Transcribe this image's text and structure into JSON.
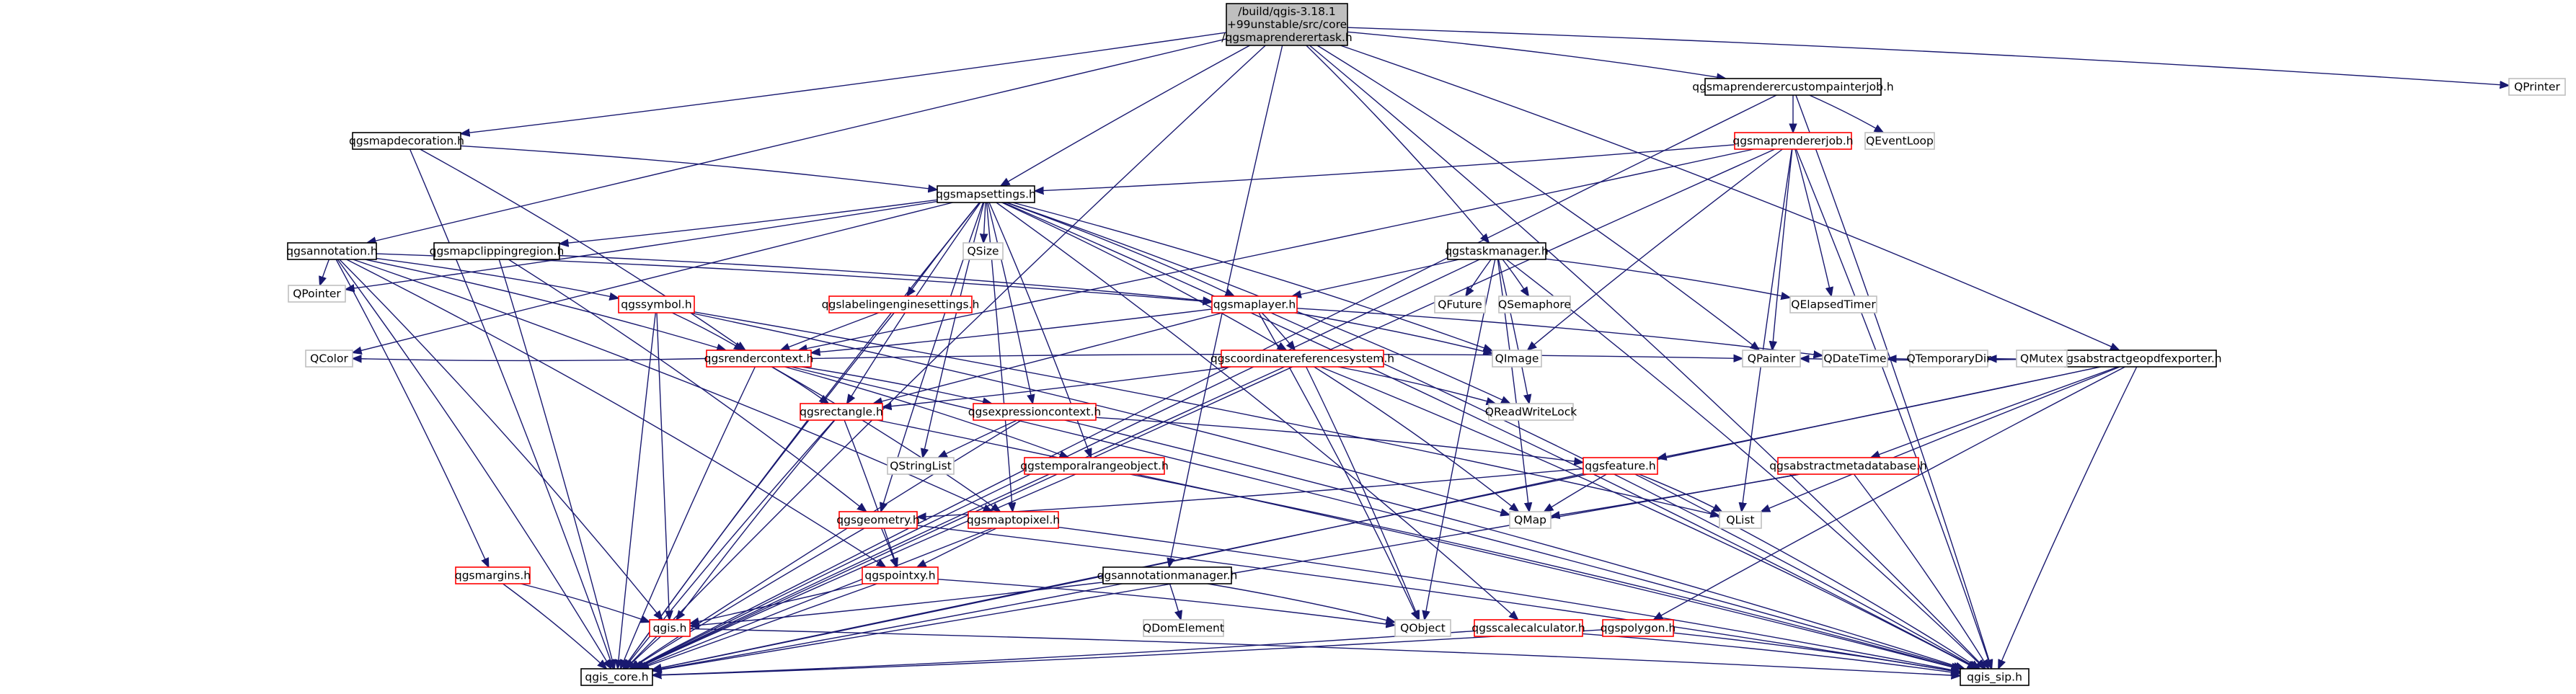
{
  "colors": {
    "edge": "#191970",
    "border_black": "#000000",
    "border_red": "#ff0000",
    "border_grey": "#bfbfbf",
    "root_fill": "#bfbfbf",
    "fill": "#ffffff"
  },
  "nodes": [
    {
      "id": "root",
      "lines": [
        "/build/qgis-3.18.1",
        "+99unstable/src/core",
        "/qgsmaprenderertask.h"
      ],
      "style": "root"
    },
    {
      "id": "custompainter",
      "lines": [
        "qgsmaprenderercustompainterjob.h"
      ],
      "style": "black"
    },
    {
      "id": "qprinter",
      "lines": [
        "QPrinter"
      ],
      "style": "grey"
    },
    {
      "id": "mapdecoration",
      "lines": [
        "qgsmapdecoration.h"
      ],
      "style": "black"
    },
    {
      "id": "rendererjob",
      "lines": [
        "qgsmaprendererjob.h"
      ],
      "style": "red"
    },
    {
      "id": "qeventloop",
      "lines": [
        "QEventLoop"
      ],
      "style": "grey"
    },
    {
      "id": "mapsettings",
      "lines": [
        "qgsmapsettings.h"
      ],
      "style": "black"
    },
    {
      "id": "annotation",
      "lines": [
        "qgsannotation.h"
      ],
      "style": "black"
    },
    {
      "id": "clipping",
      "lines": [
        "qgsmapclippingregion.h"
      ],
      "style": "black"
    },
    {
      "id": "qsize",
      "lines": [
        "QSize"
      ],
      "style": "grey"
    },
    {
      "id": "taskmanager",
      "lines": [
        "qgstaskmanager.h"
      ],
      "style": "black"
    },
    {
      "id": "qpointer",
      "lines": [
        "QPointer"
      ],
      "style": "grey"
    },
    {
      "id": "symbol",
      "lines": [
        "qgssymbol.h"
      ],
      "style": "red"
    },
    {
      "id": "labeling",
      "lines": [
        "qgslabelingenginesettings.h"
      ],
      "style": "red"
    },
    {
      "id": "maplayer",
      "lines": [
        "qgsmaplayer.h"
      ],
      "style": "red"
    },
    {
      "id": "qfuture",
      "lines": [
        "QFuture"
      ],
      "style": "grey"
    },
    {
      "id": "qsemaphore",
      "lines": [
        "QSemaphore"
      ],
      "style": "grey"
    },
    {
      "id": "qelapsedtimer",
      "lines": [
        "QElapsedTimer"
      ],
      "style": "grey"
    },
    {
      "id": "abstractgeopdf",
      "lines": [
        "qgsabstractgeopdfexporter.h"
      ],
      "style": "black"
    },
    {
      "id": "qcolor",
      "lines": [
        "QColor"
      ],
      "style": "grey"
    },
    {
      "id": "rendercontext",
      "lines": [
        "qgsrendercontext.h"
      ],
      "style": "red"
    },
    {
      "id": "crs",
      "lines": [
        "qgscoordinatereferencesystem.h"
      ],
      "style": "red"
    },
    {
      "id": "qimage",
      "lines": [
        "QImage"
      ],
      "style": "grey"
    },
    {
      "id": "qpainter",
      "lines": [
        "QPainter"
      ],
      "style": "grey"
    },
    {
      "id": "qdatetime",
      "lines": [
        "QDateTime"
      ],
      "style": "grey"
    },
    {
      "id": "qtemporarydir",
      "lines": [
        "QTemporaryDir"
      ],
      "style": "grey"
    },
    {
      "id": "qmutex",
      "lines": [
        "QMutex"
      ],
      "style": "grey"
    },
    {
      "id": "rectangle",
      "lines": [
        "qgsrectangle.h"
      ],
      "style": "red"
    },
    {
      "id": "exprcontext",
      "lines": [
        "qgsexpressioncontext.h"
      ],
      "style": "red"
    },
    {
      "id": "qreadwritelock",
      "lines": [
        "QReadWriteLock"
      ],
      "style": "grey"
    },
    {
      "id": "qstringlist",
      "lines": [
        "QStringList"
      ],
      "style": "grey"
    },
    {
      "id": "temporalrange",
      "lines": [
        "qgstemporalrangeobject.h"
      ],
      "style": "red"
    },
    {
      "id": "feature",
      "lines": [
        "qgsfeature.h"
      ],
      "style": "red"
    },
    {
      "id": "abstractmetadb",
      "lines": [
        "qgsabstractmetadatabase.h"
      ],
      "style": "red"
    },
    {
      "id": "qmap",
      "lines": [
        "QMap"
      ],
      "style": "grey"
    },
    {
      "id": "qlist",
      "lines": [
        "QList"
      ],
      "style": "grey"
    },
    {
      "id": "geometry",
      "lines": [
        "qgsgeometry.h"
      ],
      "style": "red"
    },
    {
      "id": "maptopixel",
      "lines": [
        "qgsmaptopixel.h"
      ],
      "style": "red"
    },
    {
      "id": "margins",
      "lines": [
        "qgsmargins.h"
      ],
      "style": "red"
    },
    {
      "id": "pointxy",
      "lines": [
        "qgspointxy.h"
      ],
      "style": "red"
    },
    {
      "id": "annotationmgr",
      "lines": [
        "qgsannotationmanager.h"
      ],
      "style": "black"
    },
    {
      "id": "qdomelement",
      "lines": [
        "QDomElement"
      ],
      "style": "grey"
    },
    {
      "id": "qobject",
      "lines": [
        "QObject"
      ],
      "style": "grey"
    },
    {
      "id": "qgish",
      "lines": [
        "qgis.h"
      ],
      "style": "red"
    },
    {
      "id": "scalecalc",
      "lines": [
        "qgsscalecalculator.h"
      ],
      "style": "red"
    },
    {
      "id": "polygon",
      "lines": [
        "qgspolygon.h"
      ],
      "style": "red"
    },
    {
      "id": "qgiscore",
      "lines": [
        "qgis_core.h"
      ],
      "style": "black"
    },
    {
      "id": "qgissip",
      "lines": [
        "qgis_sip.h"
      ],
      "style": "black"
    }
  ],
  "edges": [
    [
      "root",
      "custompainter"
    ],
    [
      "root",
      "qprinter"
    ],
    [
      "root",
      "mapdecoration"
    ],
    [
      "root",
      "mapsettings"
    ],
    [
      "root",
      "annotation"
    ],
    [
      "root",
      "taskmanager"
    ],
    [
      "root",
      "abstractgeopdf"
    ],
    [
      "root",
      "annotationmgr"
    ],
    [
      "root",
      "qpainter"
    ],
    [
      "root",
      "qgiscore"
    ],
    [
      "root",
      "qgissip"
    ],
    [
      "custompainter",
      "rendererjob"
    ],
    [
      "custompainter",
      "qeventloop"
    ],
    [
      "custompainter",
      "qgiscore"
    ],
    [
      "custompainter",
      "qgissip"
    ],
    [
      "rendererjob",
      "mapsettings"
    ],
    [
      "rendererjob",
      "qelapsedtimer"
    ],
    [
      "rendererjob",
      "qimage"
    ],
    [
      "rendererjob",
      "qpainter"
    ],
    [
      "rendererjob",
      "rendercontext"
    ],
    [
      "rendererjob",
      "qlist"
    ],
    [
      "rendererjob",
      "qgiscore"
    ],
    [
      "rendererjob",
      "qgissip"
    ],
    [
      "mapdecoration",
      "mapsettings"
    ],
    [
      "mapdecoration",
      "rendercontext"
    ],
    [
      "mapdecoration",
      "qgiscore"
    ],
    [
      "mapsettings",
      "qsize"
    ],
    [
      "mapsettings",
      "qpointer"
    ],
    [
      "mapsettings",
      "qcolor"
    ],
    [
      "mapsettings",
      "clipping"
    ],
    [
      "mapsettings",
      "labeling"
    ],
    [
      "mapsettings",
      "maplayer"
    ],
    [
      "mapsettings",
      "crs"
    ],
    [
      "mapsettings",
      "rectangle"
    ],
    [
      "mapsettings",
      "exprcontext"
    ],
    [
      "mapsettings",
      "temporalrange"
    ],
    [
      "mapsettings",
      "maptopixel"
    ],
    [
      "mapsettings",
      "scalecalc"
    ],
    [
      "mapsettings",
      "qimage"
    ],
    [
      "mapsettings",
      "qstringlist"
    ],
    [
      "mapsettings",
      "qgiscore"
    ],
    [
      "mapsettings",
      "qgissip"
    ],
    [
      "mapsettings",
      "qreadwritelock"
    ],
    [
      "mapsettings",
      "geometry"
    ],
    [
      "clipping",
      "maplayer"
    ],
    [
      "clipping",
      "geometry"
    ],
    [
      "clipping",
      "qgiscore"
    ],
    [
      "annotation",
      "qpointer"
    ],
    [
      "annotation",
      "symbol"
    ],
    [
      "annotation",
      "maplayer"
    ],
    [
      "annotation",
      "rendercontext"
    ],
    [
      "annotation",
      "margins"
    ],
    [
      "annotation",
      "pointxy"
    ],
    [
      "annotation",
      "qgish"
    ],
    [
      "annotation",
      "qgiscore"
    ],
    [
      "annotation",
      "maptopixel"
    ],
    [
      "labeling",
      "rendercontext"
    ],
    [
      "labeling",
      "qgiscore"
    ],
    [
      "taskmanager",
      "maplayer"
    ],
    [
      "taskmanager",
      "qfuture"
    ],
    [
      "taskmanager",
      "qsemaphore"
    ],
    [
      "taskmanager",
      "qelapsedtimer"
    ],
    [
      "taskmanager",
      "qreadwritelock"
    ],
    [
      "taskmanager",
      "qobject"
    ],
    [
      "taskmanager",
      "qmap"
    ],
    [
      "taskmanager",
      "qgiscore"
    ],
    [
      "taskmanager",
      "qgissip"
    ],
    [
      "symbol",
      "rendercontext"
    ],
    [
      "symbol",
      "qgish"
    ],
    [
      "symbol",
      "qmap"
    ],
    [
      "symbol",
      "qgiscore"
    ],
    [
      "symbol",
      "qlist"
    ],
    [
      "maplayer",
      "rendercontext"
    ],
    [
      "maplayer",
      "crs"
    ],
    [
      "maplayer",
      "qimage"
    ],
    [
      "maplayer",
      "qobject"
    ],
    [
      "maplayer",
      "qdatetime"
    ],
    [
      "maplayer",
      "rectangle"
    ],
    [
      "maplayer",
      "qgissip"
    ],
    [
      "rendercontext",
      "qcolor"
    ],
    [
      "rendercontext",
      "rectangle"
    ],
    [
      "rendercontext",
      "exprcontext"
    ],
    [
      "rendercontext",
      "temporalrange"
    ],
    [
      "rendercontext",
      "maptopixel"
    ],
    [
      "rendercontext",
      "qpainter"
    ],
    [
      "rendercontext",
      "qgiscore"
    ],
    [
      "rendercontext",
      "qgissip"
    ],
    [
      "crs",
      "rectangle"
    ],
    [
      "crs",
      "qobject"
    ],
    [
      "crs",
      "qmap"
    ],
    [
      "crs",
      "qreadwritelock"
    ],
    [
      "crs",
      "qgiscore"
    ],
    [
      "crs",
      "qgissip"
    ],
    [
      "rectangle",
      "pointxy"
    ],
    [
      "rectangle",
      "qgish"
    ],
    [
      "rectangle",
      "qgiscore"
    ],
    [
      "rectangle",
      "qgissip"
    ],
    [
      "exprcontext",
      "feature"
    ],
    [
      "exprcontext",
      "qstringlist"
    ],
    [
      "exprcontext",
      "qgiscore"
    ],
    [
      "exprcontext",
      "qgissip"
    ],
    [
      "temporalrange",
      "qgiscore"
    ],
    [
      "temporalrange",
      "qgissip"
    ],
    [
      "abstractgeopdf",
      "qpainter"
    ],
    [
      "abstractgeopdf",
      "qdatetime"
    ],
    [
      "abstractgeopdf",
      "qtemporarydir"
    ],
    [
      "abstractgeopdf",
      "qmutex"
    ],
    [
      "abstractgeopdf",
      "feature"
    ],
    [
      "abstractgeopdf",
      "abstractmetadb"
    ],
    [
      "abstractgeopdf",
      "polygon"
    ],
    [
      "abstractgeopdf",
      "qlist"
    ],
    [
      "abstractgeopdf",
      "qgiscore"
    ],
    [
      "abstractgeopdf",
      "qgissip"
    ],
    [
      "feature",
      "geometry"
    ],
    [
      "feature",
      "qmap"
    ],
    [
      "feature",
      "qlist"
    ],
    [
      "feature",
      "qgiscore"
    ],
    [
      "feature",
      "qgissip"
    ],
    [
      "abstractmetadb",
      "qmap"
    ],
    [
      "abstractmetadb",
      "qgiscore"
    ],
    [
      "abstractmetadb",
      "qgissip"
    ],
    [
      "geometry",
      "pointxy"
    ],
    [
      "geometry",
      "qgiscore"
    ],
    [
      "geometry",
      "qgissip"
    ],
    [
      "maptopixel",
      "pointxy"
    ],
    [
      "maptopixel",
      "qgiscore"
    ],
    [
      "maptopixel",
      "qgissip"
    ],
    [
      "margins",
      "qgish"
    ],
    [
      "margins",
      "qgiscore"
    ],
    [
      "pointxy",
      "qgish"
    ],
    [
      "pointxy",
      "qobject"
    ],
    [
      "pointxy",
      "qgiscore"
    ],
    [
      "annotationmgr",
      "qgish"
    ],
    [
      "annotationmgr",
      "qdomelement"
    ],
    [
      "annotationmgr",
      "qobject"
    ],
    [
      "annotationmgr",
      "qgiscore"
    ],
    [
      "qgish",
      "qgiscore"
    ],
    [
      "qgish",
      "qgissip"
    ],
    [
      "scalecalc",
      "qgiscore"
    ],
    [
      "scalecalc",
      "qgissip"
    ],
    [
      "polygon",
      "qgiscore"
    ],
    [
      "polygon",
      "qgissip"
    ]
  ]
}
